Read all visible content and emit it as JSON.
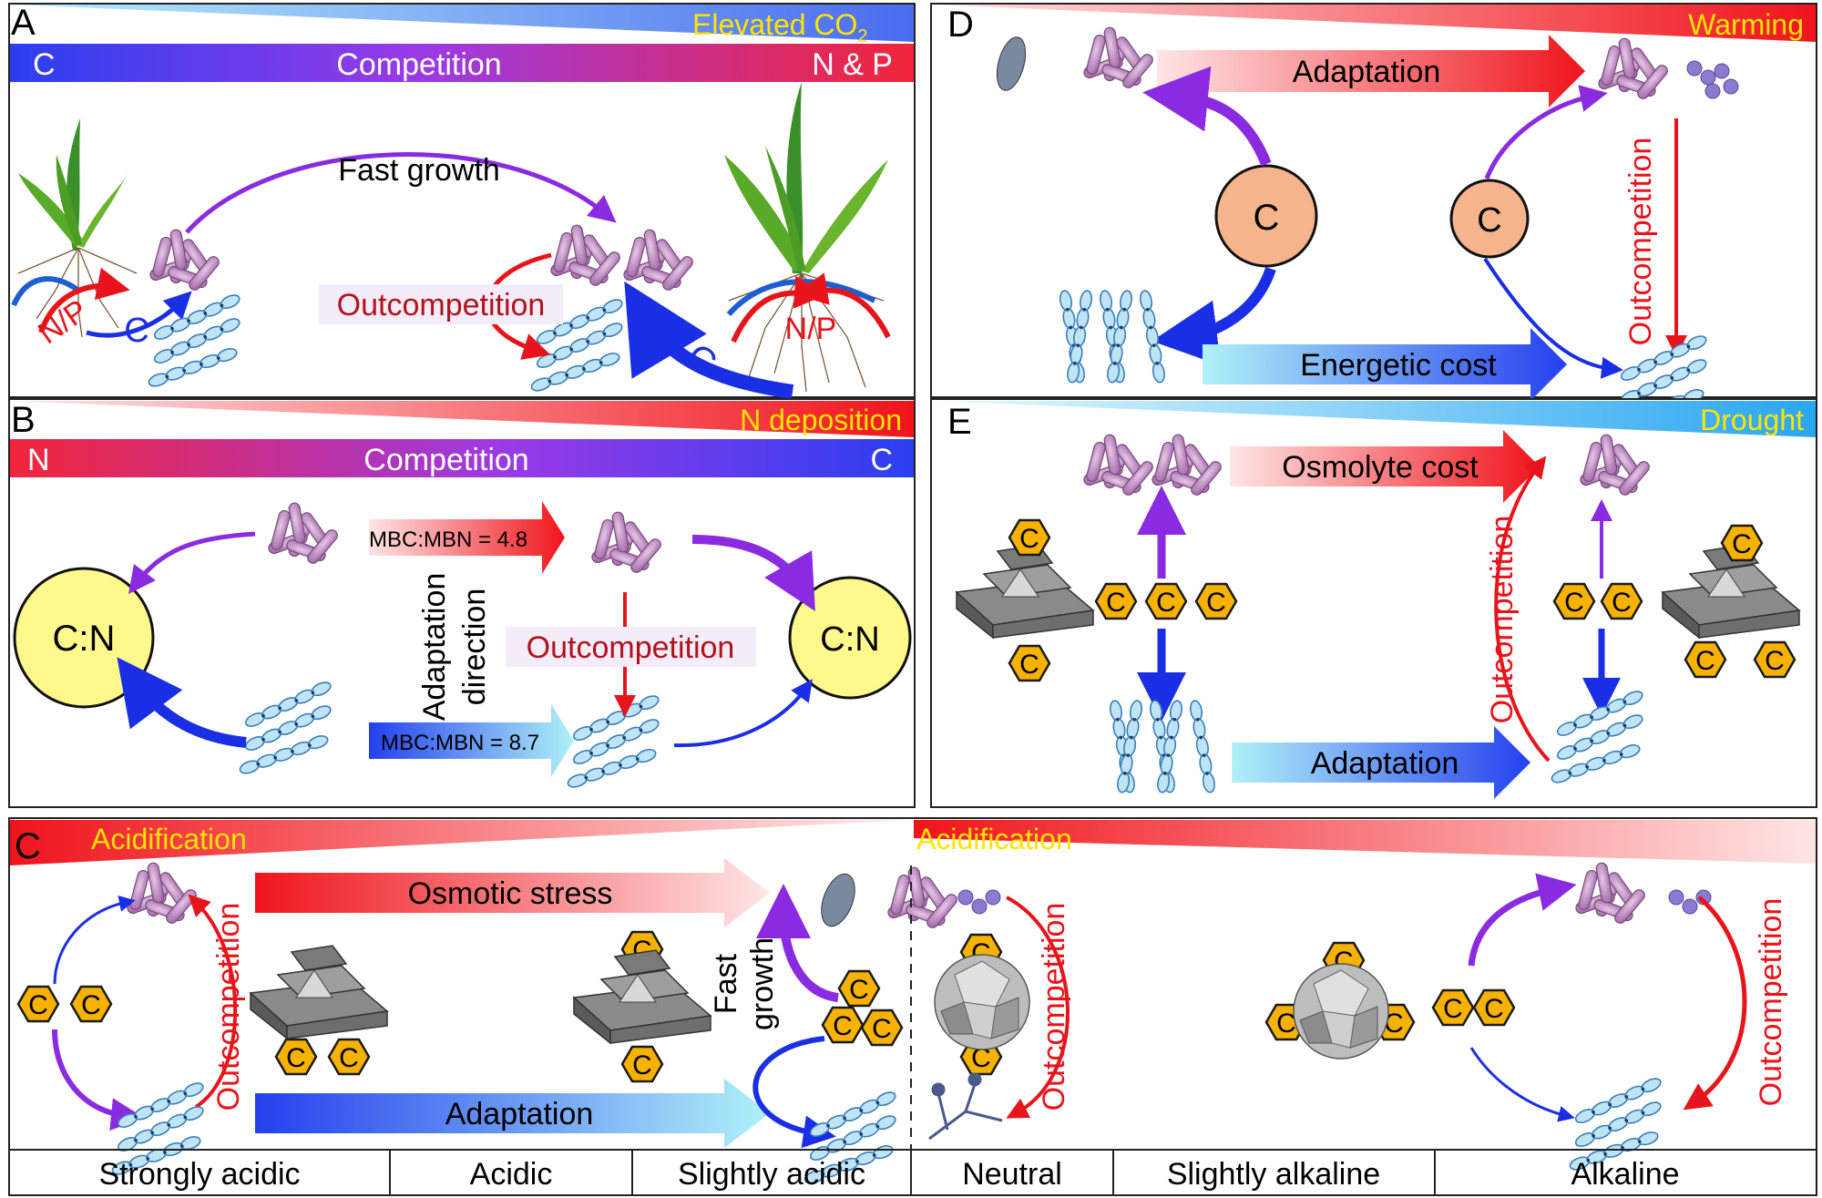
{
  "panel_a": {
    "letter": "A",
    "gradient_label": "Elevated CO",
    "gradient_sub": "2",
    "competition_left": "C",
    "competition_center": "Competition",
    "competition_right": "N & P",
    "fast_growth": "Fast growth",
    "outcompetition": "Outcompetition",
    "np_left": "N/P",
    "np_right": "N/P",
    "c_small": "C",
    "c_big": "C"
  },
  "panel_b": {
    "letter": "B",
    "gradient_label": "N deposition",
    "competition_left": "N",
    "competition_center": "Competition",
    "competition_right": "C",
    "ratio_top": "MBC:MBN = 4.8",
    "ratio_bottom": "MBC:MBN = 8.7",
    "adaptation_line1": "Adaptation",
    "adaptation_line2": "direction",
    "outcompetition": "Outcompetition",
    "cn_left": "C:N",
    "cn_right": "C:N"
  },
  "panel_c": {
    "letter": "C",
    "acid_left": "Acidification",
    "acid_right": "Acidification",
    "osmotic": "Osmotic stress",
    "adaptation": "Adaptation",
    "fast": "Fast",
    "growth": "growth",
    "outcompetition": "Outcompetition",
    "c": "C",
    "ph_labels": [
      "Strongly acidic",
      "Acidic",
      "Slightly acidic",
      "Neutral",
      "Slightly alkaline",
      "Alkaline"
    ]
  },
  "panel_d": {
    "letter": "D",
    "gradient_label": "Warming",
    "adaptation": "Adaptation",
    "energetic": "Energetic cost",
    "outcompetition": "Outcompetition",
    "c": "C"
  },
  "panel_e": {
    "letter": "E",
    "gradient_label": "Drought",
    "osmolyte": "Osmolyte cost",
    "adaptation": "Adaptation",
    "outcompetition": "Outcompetition",
    "c": "C"
  },
  "colors": {
    "purple": "#8a2be2",
    "blue": "#1a2ee6",
    "red": "#e8141b",
    "yellow_label": "#ffe400",
    "dark_red_text": "#b3121c",
    "cn_fill": "#fff88a",
    "c_circle": "#f5b48c",
    "hex_fill": "#f7b200"
  }
}
